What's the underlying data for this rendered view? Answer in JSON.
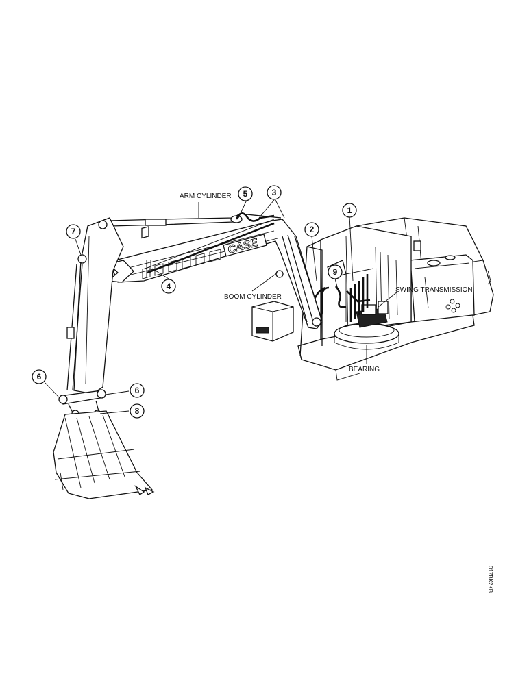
{
  "labels": {
    "arm_cylinder": "ARM CYLINDER",
    "boom_cylinder": "BOOM CYLINDER",
    "swing_transmission": "SWING TRANSMISSION",
    "bearing": "BEARING",
    "case_logo": "CASE",
    "figure_code": "017BK2KB"
  },
  "callouts": [
    "1",
    "2",
    "3",
    "4",
    "5",
    "6",
    "6",
    "7",
    "8",
    "9"
  ],
  "colors": {
    "ink": "#111111",
    "paper": "#ffffff"
  }
}
